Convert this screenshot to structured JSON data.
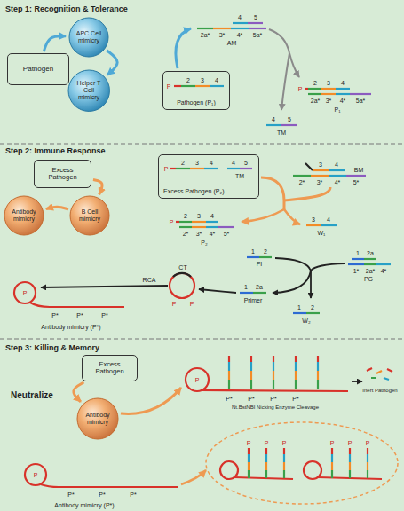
{
  "diagram": {
    "nodes": [
      {
        "text": [
          "Pathogen"
        ]
      },
      {
        "text": [
          "APC Cell mimicry"
        ]
      },
      {
        "text": [
          "Helper T Cell mimicry"
        ]
      },
      {
        "text": [
          "Pathogen (P₁)"
        ]
      },
      {
        "text": [
          "Excess Pathogen"
        ]
      },
      {
        "text": [
          "B Cell mimicry"
        ]
      },
      {
        "text": [
          "Antibody mimicry"
        ]
      },
      {
        "text": [
          "Excess Pathogen (P₂)"
        ]
      },
      {
        "text": [
          "Excess Pathogen"
        ]
      },
      {
        "text": [
          "Antibody mimicry"
        ]
      }
    ],
    "edges": [
      {
        "from": 0,
        "to": 1,
        "arrow": "to"
      },
      {
        "from": 1,
        "to": 2,
        "arrow": "to"
      },
      {
        "from": 4,
        "to": 5,
        "arrow": "to"
      },
      {
        "from": 5,
        "to": 6,
        "arrow": "to"
      },
      {
        "from": 8,
        "to": 9,
        "arrow": "to"
      }
    ],
    "labels": [
      "Step 1: Recognition & Tolerance",
      "4",
      "5",
      "2a*",
      "3*",
      "4*",
      "5a*",
      "AM",
      "P",
      "2",
      "3",
      "4",
      "4",
      "5",
      "TM",
      "P",
      "2",
      "3",
      "4",
      "2a*",
      "3*",
      "4*",
      "5a*",
      "P₁",
      "Step 2: Immune Response",
      "P",
      "2",
      "3",
      "4",
      "4",
      "5",
      "TM",
      "3",
      "4",
      "2*",
      "3*",
      "4*",
      "5*",
      "BM",
      "P",
      "2",
      "3",
      "4",
      "2*",
      "3*",
      "4*",
      "5*",
      "P₂",
      "3",
      "4",
      "W₁",
      "1",
      "2",
      "PI",
      "1",
      "2a",
      "1*",
      "2a*",
      "4*",
      "PG",
      "1",
      "2a",
      "Primer",
      "1",
      "2",
      "W₂",
      "CT",
      "P",
      "P",
      "RCA",
      "P",
      "P*",
      "P*",
      "P*",
      "Antibody mimicry (P*)",
      "Step 3: Killing & Memory",
      "Neutralize",
      "P",
      "P*",
      "P*",
      "P*",
      "P*",
      "Nt.BstNBI Nicking Enzyme Cleavage",
      "Inert Pathogen",
      "P",
      "P*",
      "P*",
      "P*",
      "Antibody mimicry (P*)",
      "P",
      "P",
      "P",
      "P",
      "P",
      "P"
    ]
  }
}
